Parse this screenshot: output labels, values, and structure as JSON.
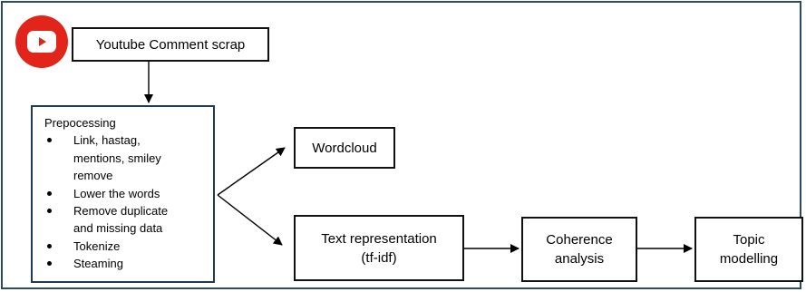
{
  "source_icon": "youtube-logo",
  "youtube": {
    "label": "Youtube Comment scrap"
  },
  "preprocessing": {
    "title": "Prepocessing",
    "items": [
      {
        "lines": [
          "Link, hastag,",
          "mentions, smiley",
          "remove"
        ]
      },
      {
        "lines": [
          "Lower the words"
        ]
      },
      {
        "lines": [
          "Remove duplicate",
          "and missing data"
        ]
      },
      {
        "lines": [
          "Tokenize"
        ]
      },
      {
        "lines": [
          "Steaming"
        ]
      }
    ]
  },
  "wordcloud": {
    "label": "Wordcloud"
  },
  "text_representation": {
    "line1": "Text representation",
    "line2": "(tf-idf)"
  },
  "coherence": {
    "line1": "Coherence",
    "line2": "analysis"
  },
  "topic": {
    "line1": "Topic",
    "line2": "modelling"
  },
  "colors": {
    "frame": "#2f4a5e",
    "youtube_red": "#e1251b",
    "box_border": "#111111"
  }
}
